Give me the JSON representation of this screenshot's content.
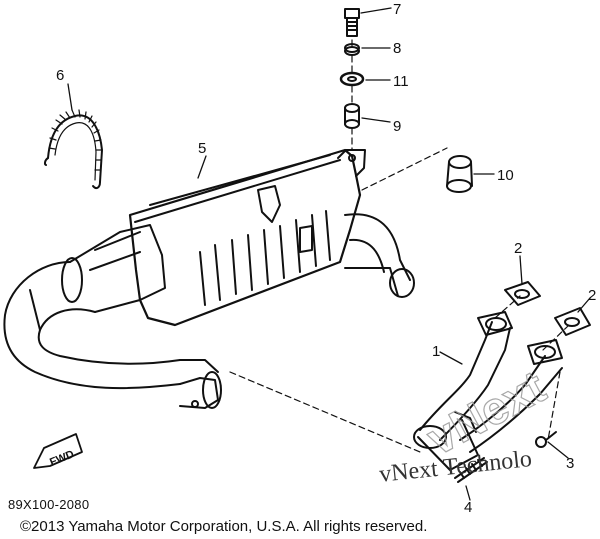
{
  "diagram": {
    "callouts": {
      "c1": "1",
      "c2a": "2",
      "c2b": "2",
      "c3": "3",
      "c4": "4",
      "c5": "5",
      "c6": "6",
      "c7": "7",
      "c8": "8",
      "c9": "9",
      "c10": "10",
      "c11": "11"
    },
    "fwd_label": "FWD",
    "drawing_code": "89X100-2080",
    "copyright": "©2013 Yamaha Motor Corporation, U.S.A. All rights reserved.",
    "watermark_line": "vNext Technolo",
    "watermark_big": "vNext"
  }
}
